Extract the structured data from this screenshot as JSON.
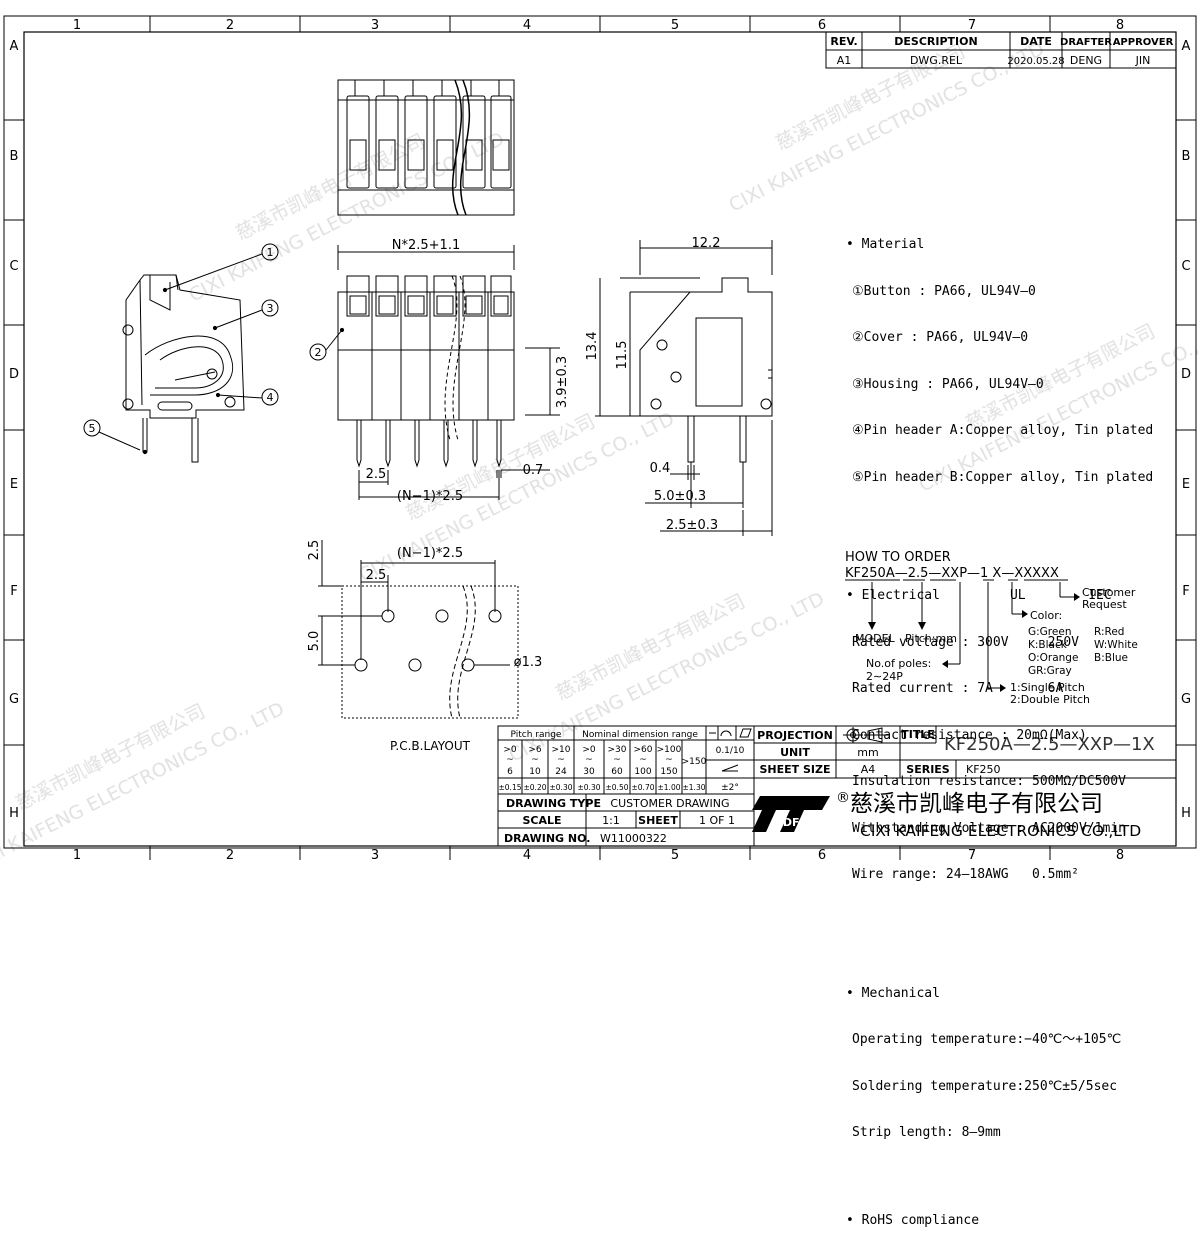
{
  "border": {
    "columns": [
      "1",
      "2",
      "3",
      "4",
      "5",
      "6",
      "7",
      "8"
    ],
    "rows": [
      "A",
      "B",
      "C",
      "D",
      "E",
      "F",
      "G",
      "H"
    ]
  },
  "revision": {
    "headers": [
      "REV.",
      "DESCRIPTION",
      "DATE",
      "DRAFTER",
      "APPROVER"
    ],
    "row": [
      "A1",
      "DWG.REL",
      "2020.05.28",
      "DENG",
      "JIN"
    ]
  },
  "specs": {
    "material": {
      "title": "Material",
      "lines": [
        "①Button : PA66, UL94V—0",
        "②Cover : PA66, UL94V—0",
        "③Housing : PA66, UL94V—0",
        "④Pin header A:Copper alloy, Tin plated",
        "⑤Pin header B:Copper alloy, Tin plated"
      ]
    },
    "electrical": {
      "title": "Electrical",
      "header": "UL        IEC",
      "lines": [
        "Rated voltage : 300V     250V",
        "Rated current : 7A       6A",
        "Contact resistance : 20mΩ(Max)",
        "Insulation resistance: 500MΩ/DC500V",
        "Withstanding Voltage : AC2000V/1min",
        "Wire range: 24—18AWG   0.5mm²"
      ]
    },
    "mechanical": {
      "title": "Mechanical",
      "lines": [
        "Operating temperature:−40℃～+105℃",
        "Soldering temperature:250℃±5/5sec",
        "Strip length: 8—9mm"
      ]
    },
    "rohs": "RoHS compliance"
  },
  "order": {
    "title": "HOW TO ORDER",
    "code": "KF250A—2.5—XXP—1  X—XXXXX",
    "model": "MODEL",
    "pitch": "Pitch:mm",
    "poles_title": "No.of poles:",
    "poles_value": "2∼24P",
    "pitch_type": [
      "1:Single Pitch",
      "2:Double Pitch"
    ],
    "color_title": "Color:",
    "colors": [
      "G:Green",
      "R:Red",
      "K:Black",
      "W:White",
      "O:Orange",
      "B:Blue",
      "GR:Gray"
    ],
    "customer": [
      "Customer",
      "Request"
    ]
  },
  "dimensions": {
    "top_width": "N*2.5+1.1",
    "pin_height": "3.9±0.3",
    "pitch_small": "2.5",
    "pin_width": "0.7",
    "pitch_total": "(N−1)*2.5",
    "side_width": "12.2",
    "side_height": "13.4",
    "side_body": "11.5",
    "side_pin": "0.4",
    "side_a": "5.0±0.3",
    "side_b": "2.5±0.3",
    "pcb_pitch_total": "(N−1)*2.5",
    "pcb_pitch": "2.5",
    "pcb_edge": "2.5",
    "pcb_row": "5.0",
    "pcb_hole": "ø1.3",
    "pcb_label": "P.C.B.LAYOUT"
  },
  "callouts": [
    "1",
    "2",
    "3",
    "4",
    "5"
  ],
  "tolerance": {
    "title_range": "Pitch range",
    "title_dim": "Nominal dimension range",
    "ranges": [
      [
        ">0",
        "6"
      ],
      [
        ">6",
        "10"
      ],
      [
        ">10",
        "24"
      ],
      [
        ">0",
        "30"
      ],
      [
        ">30",
        "60"
      ],
      [
        ">60",
        "100"
      ],
      [
        ">100",
        "150"
      ],
      [
        ">150",
        ""
      ]
    ],
    "values": [
      "±0.15",
      "±0.20",
      "±0.30",
      "±0.30",
      "±0.50",
      "±0.70",
      "±1.00",
      "±1.30"
    ],
    "flat": "0.1/10",
    "angle": "±2°"
  },
  "title_block": {
    "projection_label": "PROJECTION",
    "unit_label": "UNIT",
    "unit": "mm",
    "sheet_size_label": "SHEET SIZE",
    "sheet_size": "A4",
    "title_label": "TITLE",
    "title": "KF250A—2.5—XXP—1X",
    "series_label": "SERIES",
    "series": "KF250",
    "drawing_type_label": "DRAWING TYPE",
    "drawing_type": "CUSTOMER DRAWING",
    "scale_label": "SCALE",
    "scale": "1:1",
    "sheet_label": "SHEET",
    "sheet": "1 OF 1",
    "drawing_no_label": "DRAWING NO.",
    "drawing_no": "W11000322",
    "company_cn": "慈溪市凯峰电子有限公司",
    "company_en": "CIXI KAIFENG ELECTRONICS CO.,LTD",
    "logo": "DFF",
    "registered": "®"
  },
  "watermark": {
    "cn": "慈溪市凯峰电子有限公司",
    "en": "CIXI KAIFENG ELECTRONICS CO., LTD"
  }
}
